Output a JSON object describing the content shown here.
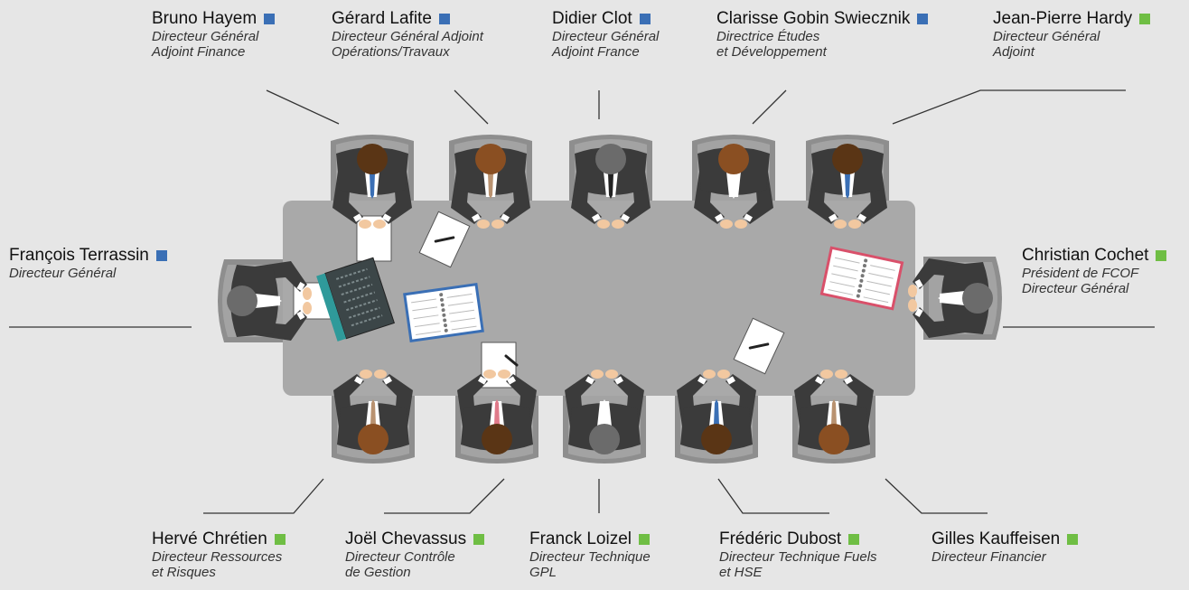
{
  "colors": {
    "background": "#e6e6e6",
    "table": "#a9a9a9",
    "suit": "#3b3b3b",
    "chair": "#8e8e8e",
    "blue_marker": "#3a6fb5",
    "green_marker": "#6fbe44",
    "notebook_blue": "#3a6fb5",
    "notebook_red": "#d9506a",
    "laptop_screen": "#2f9a9a"
  },
  "people": [
    {
      "id": "bruno-hayem",
      "name": "Bruno Hayem",
      "marker": "blue",
      "role": [
        "Directeur Général",
        "Adjoint Finance"
      ],
      "hair": "#5a3515",
      "tie": "#3a6fb5"
    },
    {
      "id": "gerard-lafite",
      "name": "Gérard Lafite",
      "marker": "blue",
      "role": [
        "Directeur Général Adjoint",
        "Opérations/Travaux"
      ],
      "hair": "#8a4f22",
      "tie": "#b99270"
    },
    {
      "id": "didier-clot",
      "name": "Didier Clot",
      "marker": "blue",
      "role": [
        "Directeur Général",
        "Adjoint France"
      ],
      "hair": "#6b6b6b",
      "tie": "#222222"
    },
    {
      "id": "clarisse-gobin-swiecznik",
      "name": "Clarisse Gobin Swiecznik",
      "marker": "blue",
      "role": [
        "Directrice Études",
        "et Développement"
      ],
      "hair": "#8a4f22",
      "tie": "#ffffff"
    },
    {
      "id": "jean-pierre-hardy",
      "name": "Jean-Pierre Hardy",
      "marker": "green",
      "role": [
        "Directeur Général",
        "Adjoint"
      ],
      "hair": "#5a3515",
      "tie": "#3a6fb5"
    },
    {
      "id": "francois-terrassin",
      "name": "François Terrassin",
      "marker": "blue",
      "role": [
        "Directeur Général"
      ],
      "hair": "#6b6b6b",
      "tie": "#ffffff"
    },
    {
      "id": "christian-cochet",
      "name": "Christian Cochet",
      "marker": "green",
      "role": [
        "Président de FCOF",
        "Directeur Général"
      ],
      "hair": "#6b6b6b",
      "tie": "#ffffff"
    },
    {
      "id": "herve-chretien",
      "name": "Hervé Chrétien",
      "marker": "green",
      "role": [
        "Directeur Ressources",
        "et Risques"
      ],
      "hair": "#8a4f22",
      "tie": "#b99270"
    },
    {
      "id": "joel-chevassus",
      "name": "Joël Chevassus",
      "marker": "green",
      "role": [
        "Directeur Contrôle",
        "de Gestion"
      ],
      "hair": "#5a3515",
      "tie": "#e07a8a"
    },
    {
      "id": "franck-loizel",
      "name": "Franck Loizel",
      "marker": "green",
      "role": [
        "Directeur Technique",
        "GPL"
      ],
      "hair": "#6b6b6b",
      "tie": "#ffffff"
    },
    {
      "id": "frederic-dubost",
      "name": "Frédéric Dubost",
      "marker": "green",
      "role": [
        "Directeur Technique Fuels",
        "et HSE"
      ],
      "hair": "#5a3515",
      "tie": "#3a6fb5"
    },
    {
      "id": "gilles-kauffeisen",
      "name": "Gilles Kauffeisen",
      "marker": "green",
      "role": [
        "Directeur Financier"
      ],
      "hair": "#8a4f22",
      "tie": "#b99270"
    }
  ]
}
